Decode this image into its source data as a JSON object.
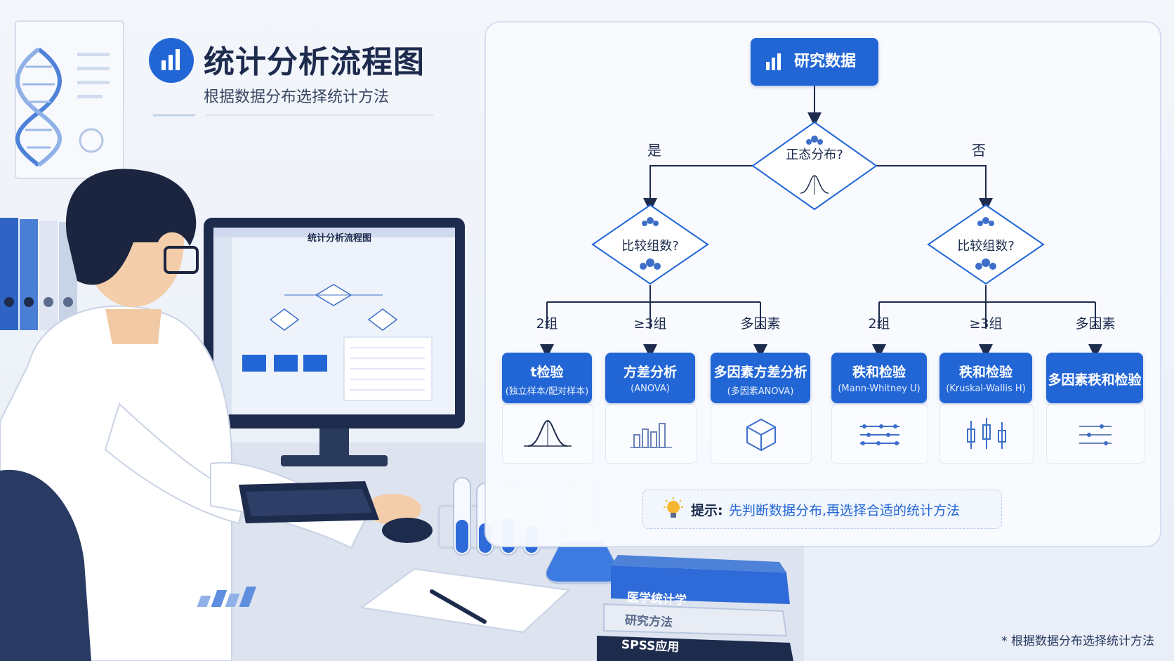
{
  "header": {
    "title": "统计分析流程图",
    "subtitle": "根据数据分布选择统计方法"
  },
  "flowchart": {
    "root": "研究数据",
    "decision_normal": "正态分布?",
    "branch_yes": "是",
    "branch_no": "否",
    "decision_groups_left": "比较组数?",
    "decision_groups_right": "比较组数?",
    "groups_left": [
      "2组",
      "≥3组",
      "多因素"
    ],
    "groups_right": [
      "2组",
      "≥3组",
      "多因素"
    ],
    "methods": [
      {
        "name": "t检验",
        "sub": "(独立样本/配对样本)"
      },
      {
        "name": "方差分析",
        "sub": "(ANOVA)"
      },
      {
        "name": "多因素方差分析",
        "sub": "(多因素ANOVA)"
      },
      {
        "name": "秩和检验",
        "sub": "(Mann-Whitney U)"
      },
      {
        "name": "秩和检验",
        "sub": "(Kruskal-Wallis H)"
      },
      {
        "name": "多因素秩和检验",
        "sub": ""
      }
    ]
  },
  "tip": {
    "label": "提示:",
    "text": "先判断数据分布,再选择合适的统计方法"
  },
  "footnote": "* 根据数据分布选择统计方法",
  "scene": {
    "monitor_title": "统计分析流程图",
    "books": [
      "医学统计学",
      "研究方法",
      "SPSS应用"
    ]
  },
  "colors": {
    "primary": "#2266d6",
    "text": "#1d2b4d",
    "panel_border": "#d5def0"
  }
}
